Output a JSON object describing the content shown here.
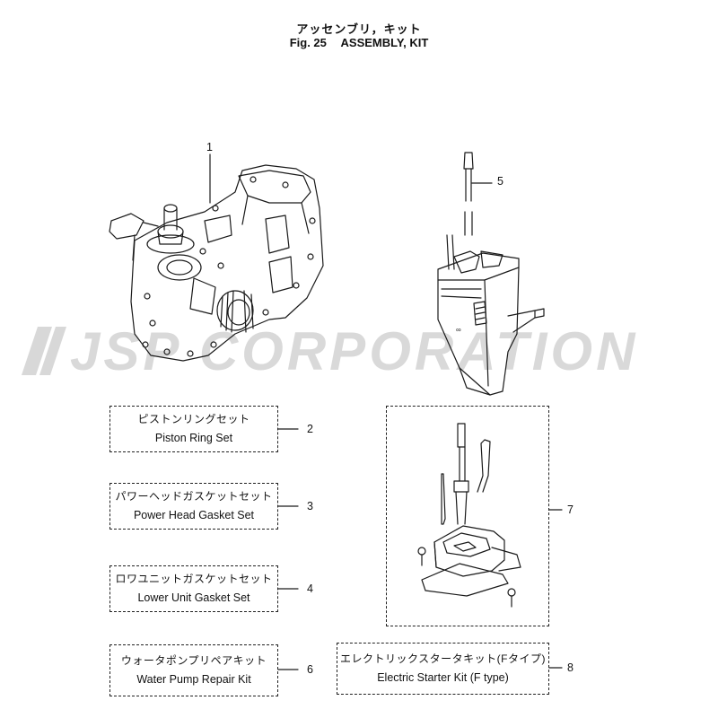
{
  "header": {
    "title_jp": "アッセンブリ，キット",
    "fig_label": "Fig. 25",
    "title_en": "ASSEMBLY, KIT"
  },
  "watermark": {
    "text": "JSP CORPORATION",
    "color": "#d9d9d9"
  },
  "callouts": {
    "c1": "1",
    "c2": "2",
    "c3": "3",
    "c4": "4",
    "c5": "5",
    "c6": "6",
    "c7": "7",
    "c8": "8"
  },
  "kits": {
    "piston_ring": {
      "jp": "ピストンリングセット",
      "en": "Piston Ring Set"
    },
    "power_head_gasket": {
      "jp": "パワーヘッドガスケットセット",
      "en": "Power Head Gasket Set"
    },
    "lower_unit_gasket": {
      "jp": "ロワユニットガスケットセット",
      "en": "Lower Unit Gasket Set"
    },
    "water_pump_repair": {
      "jp": "ウォータポンプリペアキット",
      "en": "Water Pump Repair Kit"
    },
    "electric_starter": {
      "jp": "エレクトリックスタータキット(Fタイプ)",
      "en": "Electric Starter Kit (F type)"
    }
  },
  "colors": {
    "line": "#1a1a1a",
    "background": "#ffffff"
  }
}
